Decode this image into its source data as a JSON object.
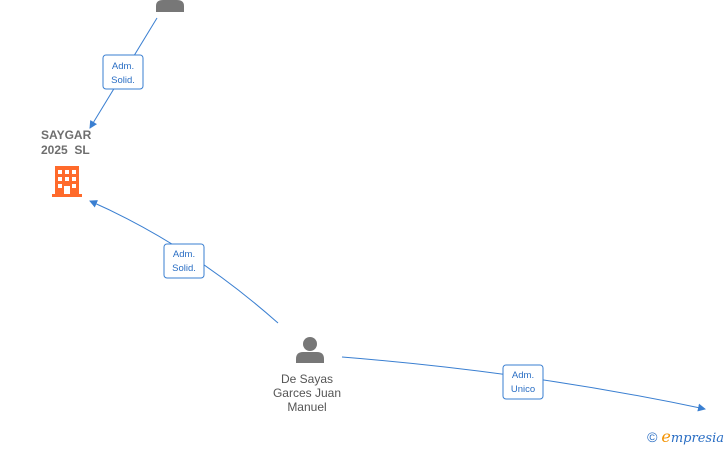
{
  "company": {
    "name_line1": "SAYGAR",
    "name_line2": "2025  SL",
    "icon": "building-icon",
    "color": "#ff6a2b"
  },
  "persons": [
    {
      "id": "top-person",
      "name_lines": [],
      "icon": "person-icon"
    },
    {
      "id": "de-sayas",
      "name_lines": [
        "De Sayas",
        "Garces Juan",
        "Manuel"
      ],
      "icon": "person-icon"
    }
  ],
  "edges": [
    {
      "id": "edge-top-to-company",
      "label_line1": "Adm.",
      "label_line2": "Solid."
    },
    {
      "id": "edge-desayas-to-company",
      "label_line1": "Adm.",
      "label_line2": "Solid."
    },
    {
      "id": "edge-desayas-to-right",
      "label_line1": "Adm.",
      "label_line2": "Unico"
    }
  ],
  "colors": {
    "edge": "#3a7fd1",
    "person": "#777777",
    "label_text": "#2a6ec4"
  },
  "brand": {
    "copyright": "©",
    "initial": "e",
    "rest": "mpresia"
  }
}
